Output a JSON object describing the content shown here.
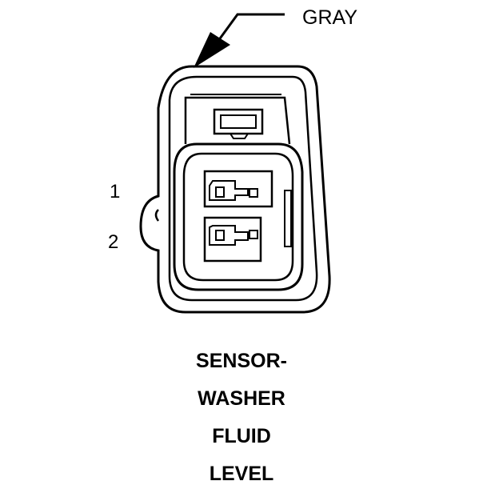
{
  "wire_color_label": "GRAY",
  "pins": [
    {
      "number": "1"
    },
    {
      "number": "2"
    }
  ],
  "title_lines": [
    "SENSOR-",
    "WASHER",
    "FLUID",
    "LEVEL"
  ],
  "colors": {
    "ink": "#000000",
    "background": "#ffffff"
  }
}
